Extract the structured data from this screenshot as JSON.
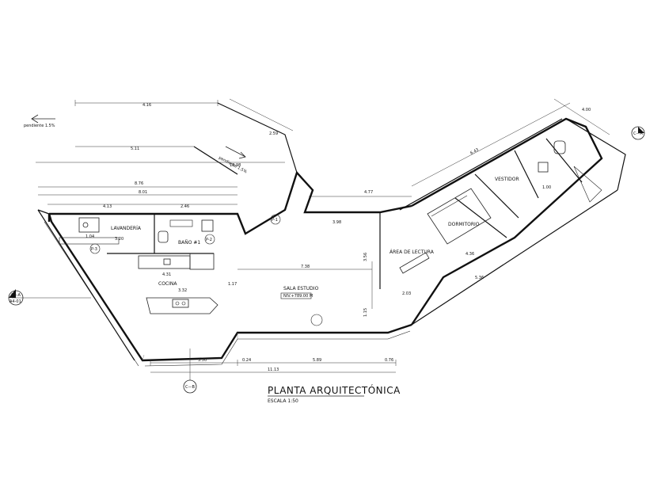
{
  "drawing": {
    "title": "PLANTA ARQUITECTÓNICA",
    "scale": "ESCALA 1:50",
    "slope_left": "pendiente 1.5%",
    "slope_mid": "pendiente 1.5%",
    "rooms": {
      "lavanderia": "LAVANDERÍA",
      "bano": "BAÑO #1",
      "cocina": "COCINA",
      "sala": "SALA ESTUDIO",
      "sala_note": "NIV.+789.00 M",
      "lectura": "ÁREA DE LECTURA",
      "dormitorio": "DORMITORIO",
      "vestidor": "VESTIDOR"
    },
    "dims": {
      "d416": "4.16",
      "d511": "5.11",
      "d259": "2.59",
      "d1698": "16.98",
      "d876": "8.76",
      "d801": "8.01",
      "d413": "4.13",
      "d246": "2.46",
      "d477": "4.77",
      "d398": "3.98",
      "d400": "4.00",
      "d643": "6.43",
      "d738": "7.38",
      "d431": "4.31",
      "d332": "3.32",
      "d320": "3.20",
      "d104": "1.04",
      "d350": "3.50",
      "d589": "5.89",
      "d1113": "11.13",
      "d356": "3.56",
      "d536": "5.36",
      "d436": "4.36",
      "d203": "2.03",
      "d117": "1.17",
      "d100": "1.00",
      "d115": "1.15",
      "d076": "0.76",
      "d024": "0.24"
    },
    "tags": {
      "p1": "P-1",
      "p2": "P-2",
      "p3": "P-3",
      "sec_left_top": "C—A",
      "sec_left_bot": "A4-01",
      "axis_bottom": "C—B",
      "axis_right": "C—A"
    }
  }
}
